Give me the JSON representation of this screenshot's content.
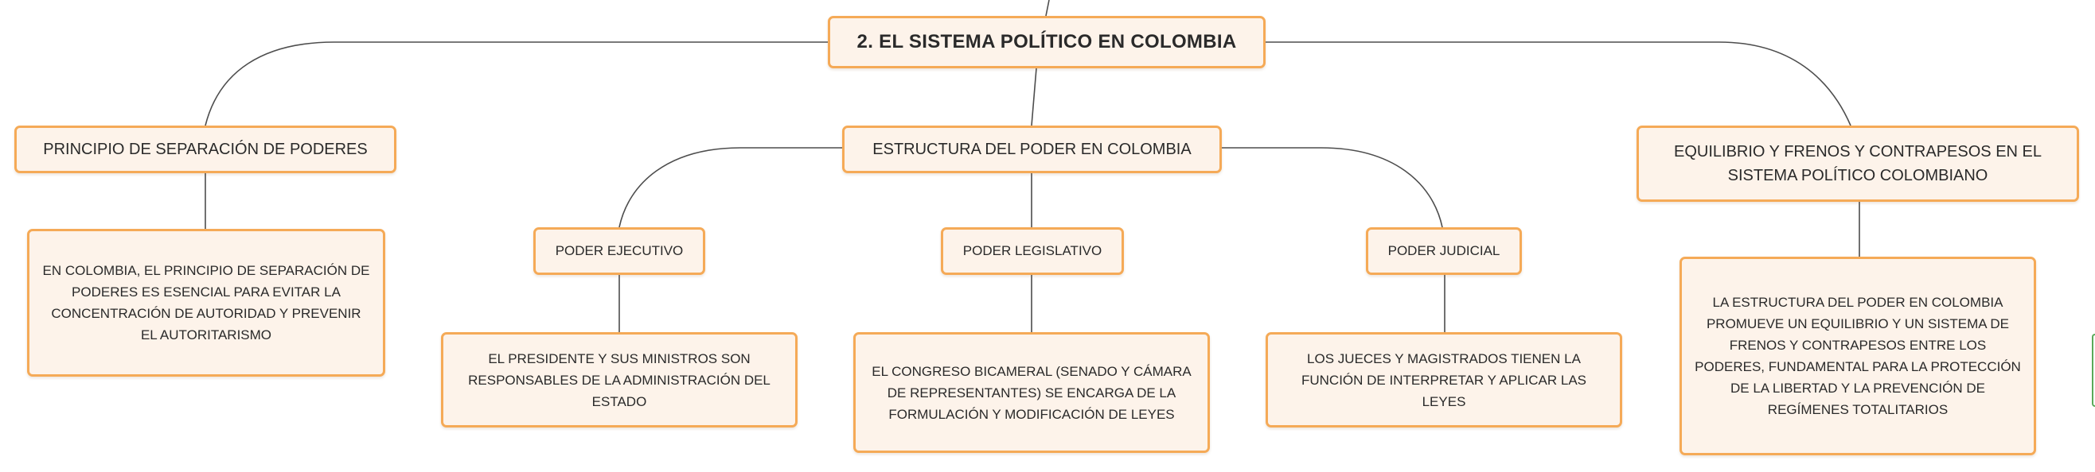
{
  "central": {
    "title": "2. EL SISTEMA POLÍTICO EN COLOMBIA"
  },
  "branches": {
    "separation": {
      "title": "PRINCIPIO DE SEPARACIÓN DE PODERES",
      "description": "EN COLOMBIA, EL PRINCIPIO DE SEPARACIÓN DE PODERES ES ESENCIAL PARA EVITAR LA CONCENTRACIÓN DE AUTORIDAD Y PREVENIR EL AUTORITARISMO"
    },
    "structure": {
      "title": "ESTRUCTURA DEL PODER EN COLOMBIA",
      "executive": {
        "title": "PODER EJECUTIVO",
        "description": "EL PRESIDENTE Y SUS MINISTROS SON RESPONSABLES DE LA ADMINISTRACIÓN DEL ESTADO"
      },
      "legislative": {
        "title": "PODER LEGISLATIVO",
        "description": "EL CONGRESO BICAMERAL (SENADO Y CÁMARA DE REPRESENTANTES) SE ENCARGA DE LA FORMULACIÓN Y MODIFICACIÓN DE LEYES"
      },
      "judicial": {
        "title": "PODER JUDICIAL",
        "description": "LOS JUECES Y MAGISTRADOS TIENEN LA FUNCIÓN DE INTERPRETAR Y APLICAR LAS LEYES"
      }
    },
    "balance": {
      "title": "EQUILIBRIO Y FRENOS Y CONTRAPESOS EN EL SISTEMA POLÍTICO COLOMBIANO",
      "description": "LA ESTRUCTURA DEL PODER EN COLOMBIA PROMUEVE UN EQUILIBRIO Y UN SISTEMA DE FRENOS Y CONTRAPESOS ENTRE LOS PODERES, FUNDAMENTAL PARA LA PROTECCIÓN DE LA LIBERTAD Y LA PREVENCIÓN DE REGÍMENES TOTALITARIOS"
    }
  },
  "colors": {
    "node_border": "#f5aa57",
    "node_fill": "#fdf3ea",
    "connector": "#4d4d4d",
    "text": "#2a2a2a"
  }
}
